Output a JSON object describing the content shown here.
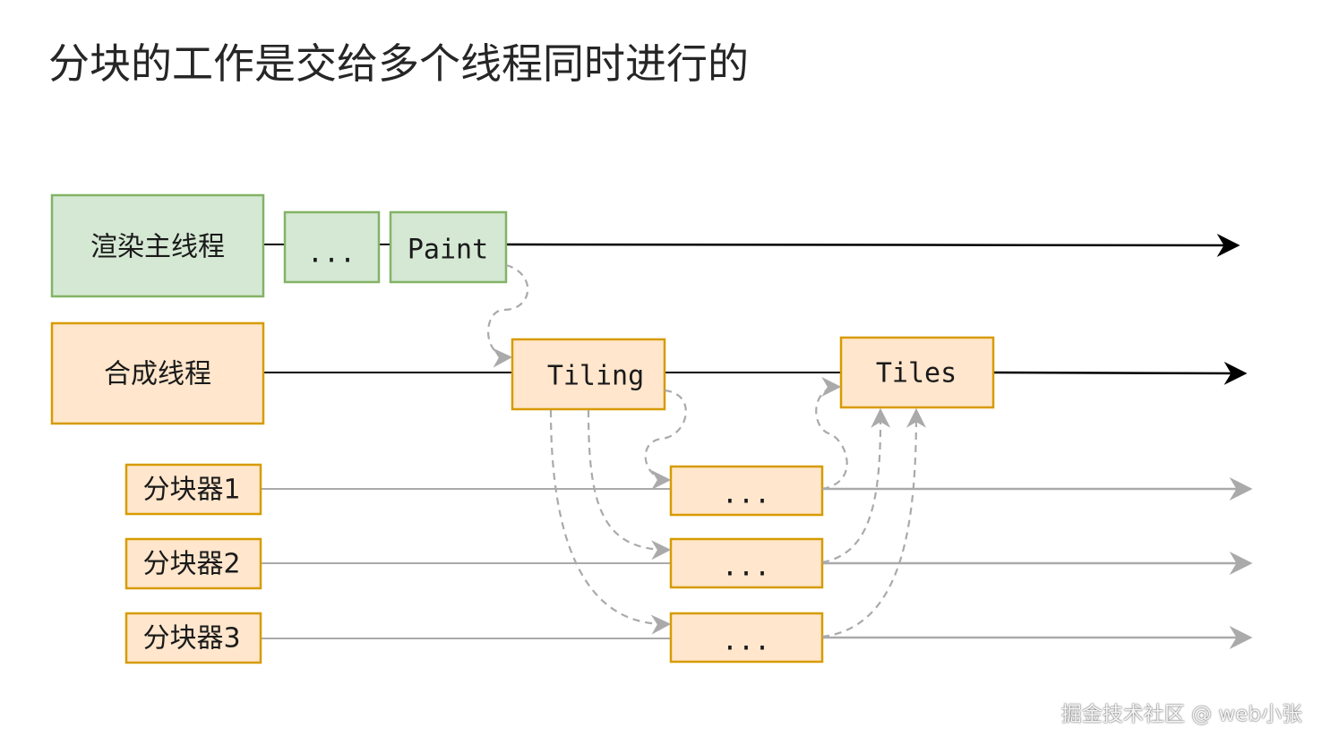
{
  "title": "分块的工作是交给多个线程同时进行的",
  "watermark": "掘金技术社区 @ web小张",
  "colors": {
    "green_fill": "#d5e8d4",
    "green_stroke": "#82b366",
    "orange_fill": "#ffe6cc",
    "orange_stroke": "#d79b00",
    "arrow_dark": "#000000",
    "arrow_light": "#aaaaaa",
    "dashed": "#aaaaaa"
  },
  "lanes": {
    "main": {
      "label": "渲染主线程"
    },
    "compositor": {
      "label": "合成线程"
    },
    "raster": [
      {
        "label": "分块器1"
      },
      {
        "label": "分块器2"
      },
      {
        "label": "分块器3"
      }
    ]
  },
  "nodes": {
    "main_dots": "...",
    "paint": "Paint",
    "tiling": "Tiling",
    "tiles": "Tiles",
    "raster_dots": [
      "...",
      "...",
      "..."
    ]
  }
}
